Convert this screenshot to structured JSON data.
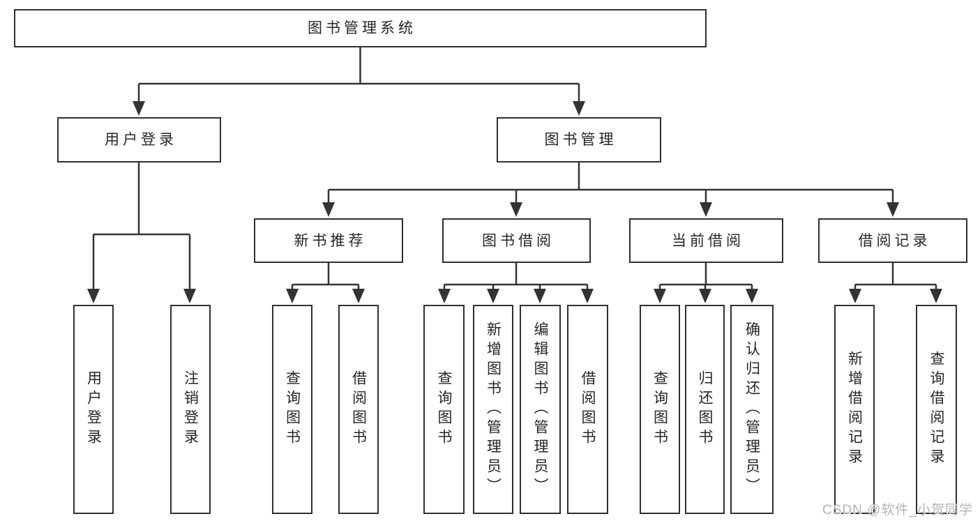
{
  "diagram": {
    "title": "图书管理系统",
    "colors": {
      "line": "#333333",
      "box_border": "#2f2f2f",
      "text": "#262626",
      "watermark_text": "#b3b3b3",
      "background": "#ffffff"
    },
    "root": {
      "label": "图书管理系统"
    },
    "level2": [
      {
        "label": "用户登录"
      },
      {
        "label": "图书管理"
      }
    ],
    "level3": [
      {
        "label": "新书推荐"
      },
      {
        "label": "图书借阅"
      },
      {
        "label": "当前借阅"
      },
      {
        "label": "借阅记录"
      }
    ],
    "leaves": [
      {
        "label": "用户登录"
      },
      {
        "label": "注销登录"
      },
      {
        "label": "查询图书"
      },
      {
        "label": "借阅图书"
      },
      {
        "label": "查询图书"
      },
      {
        "label": "新增图书（管理员）"
      },
      {
        "label": "编辑图书（管理员）"
      },
      {
        "label": "借阅图书"
      },
      {
        "label": "查询图书"
      },
      {
        "label": "归还图书"
      },
      {
        "label": "确认归还（管理员）"
      },
      {
        "label": "新增借阅记录"
      },
      {
        "label": "查询借阅记录"
      }
    ]
  },
  "watermark": {
    "text": "CSDN @软件_小贺同学"
  }
}
